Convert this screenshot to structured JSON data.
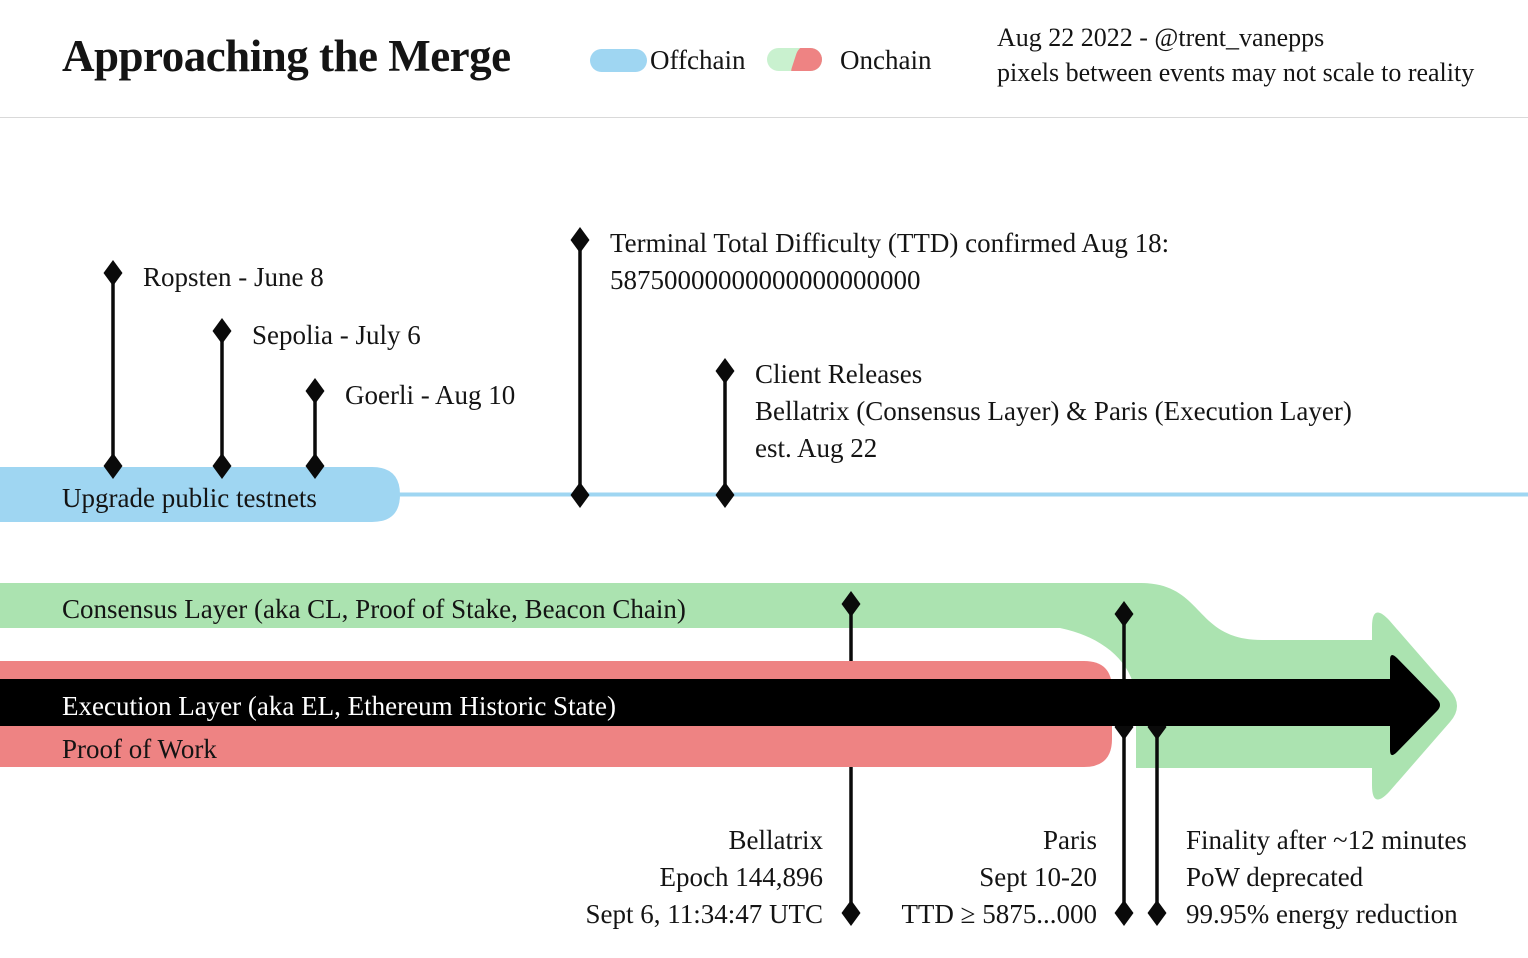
{
  "header": {
    "title": "Approaching the Merge",
    "legend": {
      "offchain_label": "Offchain",
      "onchain_label": "Onchain"
    },
    "credit_line1": "Aug 22 2022 - @trent_vanepps",
    "credit_line2": "pixels between events may not scale to reality"
  },
  "colors": {
    "offchain_blue": "#9fd6f2",
    "onchain_green": "#abe3b0",
    "legend_green_light": "#c9f1cf",
    "onchain_red": "#ee8383",
    "arrow_black": "#000000",
    "text": "#141414",
    "divider": "#d9d9d9"
  },
  "events": {
    "ropsten": "Ropsten - June 8",
    "sepolia": "Sepolia - July 6",
    "goerli": "Goerli - Aug 10",
    "ttd_line1": "Terminal Total Difficulty (TTD) confirmed Aug 18:",
    "ttd_line2": "58750000000000000000000",
    "client_line1": "Client Releases",
    "client_line2": "Bellatrix (Consensus Layer) & Paris (Execution Layer)",
    "client_line3": "est. Aug 22"
  },
  "bars": {
    "offchain_bar_label": "Upgrade public testnets",
    "consensus_bar_label": "Consensus Layer (aka CL, Proof of Stake, Beacon Chain)",
    "execution_bar_label": "Execution Layer (aka EL, Ethereum Historic State)",
    "pow_bar_label": "Proof of Work"
  },
  "milestones": {
    "bellatrix_line1": "Bellatrix",
    "bellatrix_line2": "Epoch 144,896",
    "bellatrix_line3": "Sept 6, 11:34:47 UTC",
    "paris_line1": "Paris",
    "paris_line2": "Sept 10-20",
    "paris_line3": "TTD ≥ 5875...000",
    "finality_line1": "Finality after ~12 minutes",
    "finality_line2": "PoW deprecated",
    "finality_line3": "99.95% energy reduction"
  }
}
